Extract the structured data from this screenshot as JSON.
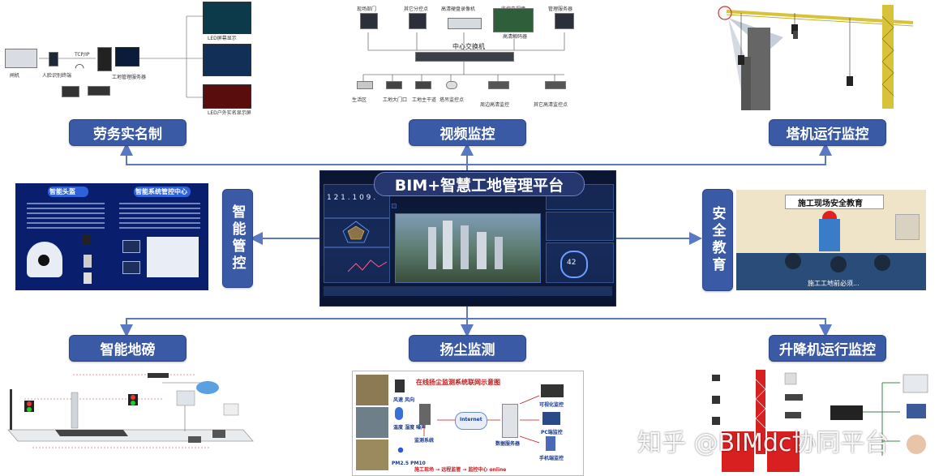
{
  "central": {
    "title": "BIM+智慧工地管理平台",
    "screen_digits": "1 2 1 . 1 0 9 .",
    "gauge_value": "42"
  },
  "modules": {
    "labor": "劳务实名制",
    "video": "视频监控",
    "tower": "塔机运行监控",
    "smart_helmet": "智能管控",
    "safety_edu": "安全教育",
    "weighbridge": "智能地磅",
    "dust": "扬尘监测",
    "elevator": "升降机运行监控"
  },
  "video_diagram": {
    "top_labels": [
      "现场部门",
      "其它分控点",
      "高清硬盘录像机",
      "监控电视墙",
      "管理服务器"
    ],
    "sub_label": "高清解码器",
    "switch_label": "中心交换机",
    "bottom_labels": [
      "生活区",
      "工地大门口",
      "工地主干道",
      "塔吊监控点",
      "周边高清监控",
      "其它高清监控点"
    ]
  },
  "labor_diagram": {
    "labels": [
      "闸机",
      "人脸识别终端",
      "TCP/IP",
      "工地管理服务器",
      "LED屏幕显示",
      "LED户外实名显示屏"
    ]
  },
  "smart_helmet_panel": {
    "left_title": "智能头盔",
    "right_title": "智能系统管控中心"
  },
  "safety_edu_panel": {
    "board_text": "施工现场安全教育",
    "caption": "施工工地前必须..."
  },
  "dust_diagram": {
    "title": "在线扬尘监测系统联网示意图",
    "sensors": [
      "风速 风向",
      "温度 湿度 噪声",
      "PM2.5 PM10"
    ],
    "nodes": [
      "监测系统",
      "Internet",
      "数据服务器",
      "可视化监控",
      "PC端监控",
      "手机端监控"
    ],
    "footer": "施工现场 → 远程监管 → 监控中心 online"
  },
  "watermark": "知乎 @BIMdc协同平台",
  "colors": {
    "module_bg": "#3b5aa6",
    "connector": "#5b79c0",
    "central_bg": "#0e1d3f"
  }
}
